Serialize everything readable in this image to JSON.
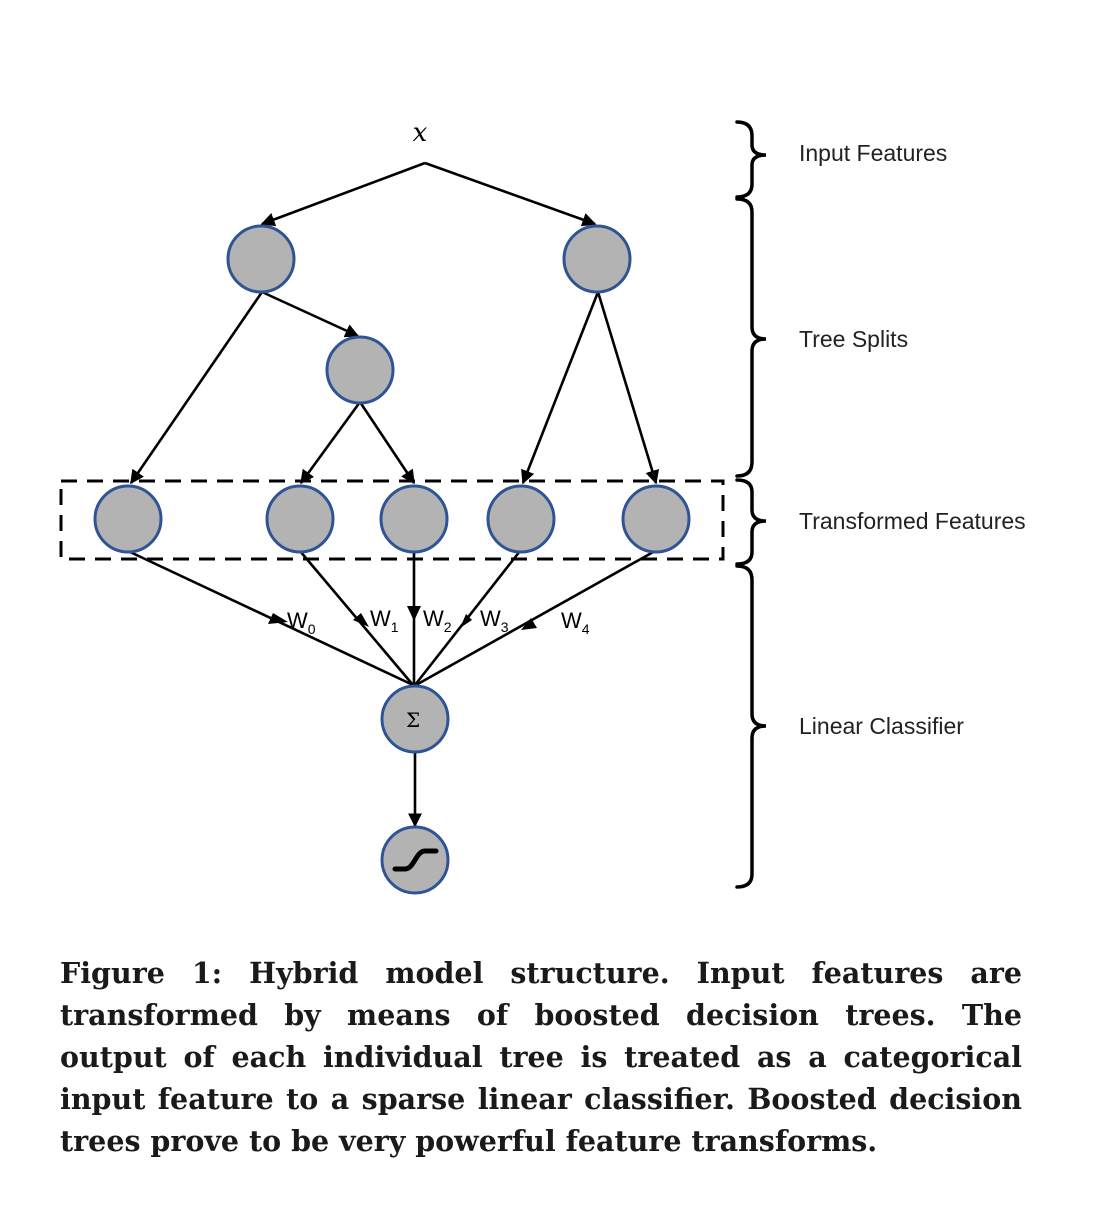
{
  "colors": {
    "node_fill": "#b3b3b3",
    "node_stroke": "#2f5496",
    "edge": "#000000"
  },
  "input_label": "x",
  "sum_symbol": "Σ",
  "output_icon": "sigmoid-curve-icon",
  "weights": [
    {
      "base": "W",
      "sub": "0"
    },
    {
      "base": "W",
      "sub": "1"
    },
    {
      "base": "W",
      "sub": "2"
    },
    {
      "base": "W",
      "sub": "3"
    },
    {
      "base": "W",
      "sub": "4"
    }
  ],
  "sections": {
    "input": "Input Features",
    "splits": "Tree Splits",
    "transformed": "Transformed Features",
    "classifier": "Linear Classifier"
  },
  "caption": "Figure 1: Hybrid model structure. Input features are transformed by means of boosted decision trees. The output of each individual tree is treated as a categorical input feature to a sparse linear classifier. Boosted decision trees prove to be very powerful feature transforms."
}
